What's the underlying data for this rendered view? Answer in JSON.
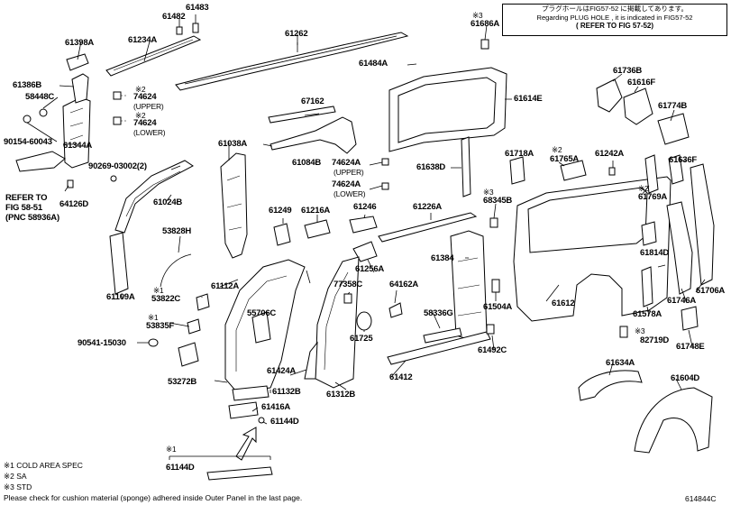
{
  "plug_note": {
    "line1": "プラグホールはFIG57-52 に掲載してあります。",
    "line2": "Regarding PLUG HOLE , it is indicated in FIG57-52",
    "line3": "( REFER TO FIG 57-52)"
  },
  "labels": {
    "p61483": "61483",
    "p61482": "61482",
    "p61398a": "61398A",
    "p61234a": "61234A",
    "p61262": "61262",
    "p61686a_mark": "※3",
    "p61686a": "61686A",
    "p61386b": "61386B",
    "p58448c": "58448C",
    "p74624_mark1": "※2",
    "p74624_1": "74624",
    "p74624_upper": "(UPPER)",
    "p74624_mark2": "※2",
    "p74624_2": "74624",
    "p74624_lower": "(LOWER)",
    "p61484a": "61484A",
    "p61614e": "61614E",
    "p61736b": "61736B",
    "p61616f": "61616F",
    "p67162": "67162",
    "p61774b": "61774B",
    "p90154": "90154-60043",
    "p61344a": "61344A",
    "p61038a": "61038A",
    "p90269": "90269-03002(2)",
    "p61084b": "61084B",
    "p74624a_1": "74624A",
    "p74624a_upper": "(UPPER)",
    "p74624a_2": "74624A",
    "p74624a_lower": "(LOWER)",
    "p61638d": "61638D",
    "p61718a": "61718A",
    "p61765a_mark": "※2",
    "p61765a": "61765A",
    "p61242a": "61242A",
    "p61636f": "61636F",
    "refer1": "REFER TO",
    "refer2": "FIG 58-51",
    "refer3": "(PNC 58936A)",
    "p64126d": "64126D",
    "p61024b": "61024B",
    "p61249": "61249",
    "p61216a": "61216A",
    "p61246": "61246",
    "p61226a": "61226A",
    "p68345b_mark": "※3",
    "p68345b": "68345B",
    "p61769a_mark": "※2",
    "p61769a": "61769A",
    "p53828h": "53828H",
    "p61256a": "61256A",
    "p61384": "61384",
    "p61814d": "61814D",
    "p61109a": "61109A",
    "p61112a": "61112A",
    "p53822c_mark": "※1",
    "p53822c": "53822C",
    "p77358c": "77358C",
    "p64162a": "64162A",
    "p61504a": "61504A",
    "p61612": "61612",
    "p61706a": "61706A",
    "p61746a": "61746A",
    "p55706c": "55706C",
    "p53835f_mark": "※1",
    "p53835f": "53835F",
    "p58336g": "58336G",
    "p61578a": "61578A",
    "p82719d_mark": "※3",
    "p82719d": "82719D",
    "p90541": "90541-15030",
    "p61725": "61725",
    "p61492c": "61492C",
    "p61748e": "61748E",
    "p53272b": "53272B",
    "p61424a": "61424A",
    "p61412": "61412",
    "p61634a": "61634A",
    "p61604d": "61604D",
    "p61132b": "61132B",
    "p61312b": "61312B",
    "p61416a": "61416A",
    "p61144d_1": "61144D",
    "p61144d_mark": "※1",
    "p61144d_2": "61144D"
  },
  "legend": {
    "l1": "※1 COLD AREA SPEC",
    "l2": "※2 SA",
    "l3": "※3 STD",
    "check": "Please check for cushion material (sponge) adhered inside Outer Panel in the last page."
  },
  "figure_id": "614844C"
}
